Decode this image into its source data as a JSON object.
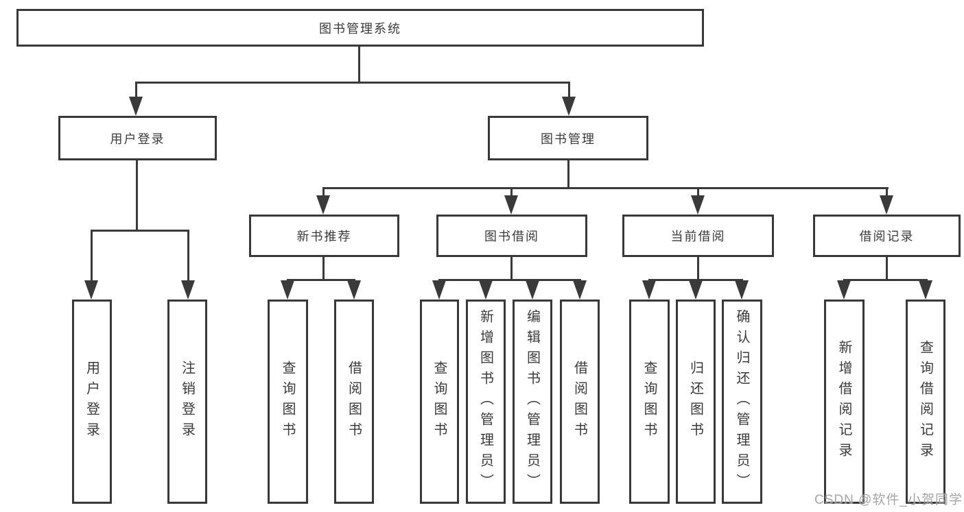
{
  "colors": {
    "line": "#3a3a3a",
    "box_border": "#383838",
    "box_background": "#ffffff",
    "text": "#3a3a3a",
    "watermark": "#9e9e9e",
    "page_background": "#ffffff"
  },
  "watermark": {
    "text": "CSDN @软件_小贺同学"
  },
  "tree": {
    "root": {
      "label": "图书管理系统"
    },
    "level2": [
      {
        "label": "用户登录"
      },
      {
        "label": "图书管理"
      }
    ],
    "level3": [
      {
        "label": "新书推荐",
        "parent": "图书管理"
      },
      {
        "label": "图书借阅",
        "parent": "图书管理"
      },
      {
        "label": "当前借阅",
        "parent": "图书管理"
      },
      {
        "label": "借阅记录",
        "parent": "图书管理"
      }
    ],
    "leaves": [
      {
        "label": "用户登录",
        "parent": "用户登录"
      },
      {
        "label": "注销登录",
        "parent": "用户登录"
      },
      {
        "label": "查询图书",
        "parent": "新书推荐"
      },
      {
        "label": "借阅图书",
        "parent": "新书推荐"
      },
      {
        "label": "查询图书",
        "parent": "图书借阅"
      },
      {
        "label": "新增图书（管理员）",
        "parent": "图书借阅"
      },
      {
        "label": "编辑图书（管理员）",
        "parent": "图书借阅"
      },
      {
        "label": "借阅图书",
        "parent": "图书借阅"
      },
      {
        "label": "查询图书",
        "parent": "当前借阅"
      },
      {
        "label": "归还图书",
        "parent": "当前借阅"
      },
      {
        "label": "确认归还（管理员）",
        "parent": "当前借阅"
      },
      {
        "label": "新增借阅记录",
        "parent": "借阅记录"
      },
      {
        "label": "查询借阅记录",
        "parent": "借阅记录"
      }
    ]
  }
}
